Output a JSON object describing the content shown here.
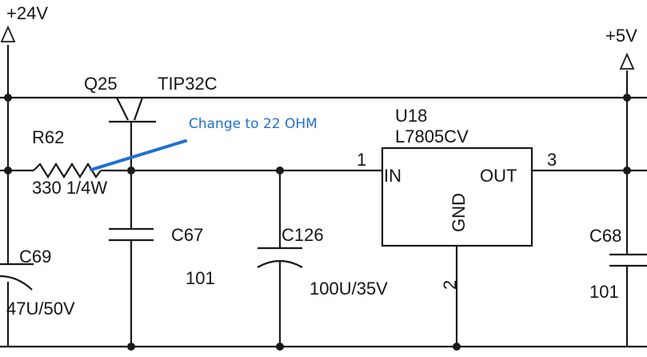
{
  "rails": {
    "vin": "+24V",
    "vout": "+5V"
  },
  "components": {
    "q25": {
      "ref": "Q25",
      "part": "TIP32C"
    },
    "r62": {
      "ref": "R62",
      "value": "330 1/4W"
    },
    "c67": {
      "ref": "C67",
      "value": "101"
    },
    "c69": {
      "ref": "C69",
      "value": "47U/50V"
    },
    "c126": {
      "ref": "C126",
      "value": "100U/35V"
    },
    "c68": {
      "ref": "C68",
      "value": "101"
    },
    "u18": {
      "ref": "U18",
      "part": "L7805CV",
      "pin_in": "IN",
      "pin_out": "OUT",
      "pin_gnd": "GND",
      "pin1": "1",
      "pin2": "2",
      "pin3": "3"
    }
  },
  "annotation": {
    "text": "Change to 22 OHM",
    "color": "#1f6fd1"
  },
  "colors": {
    "wire": "#1a1a1a",
    "annotation": "#1f6fd1"
  }
}
